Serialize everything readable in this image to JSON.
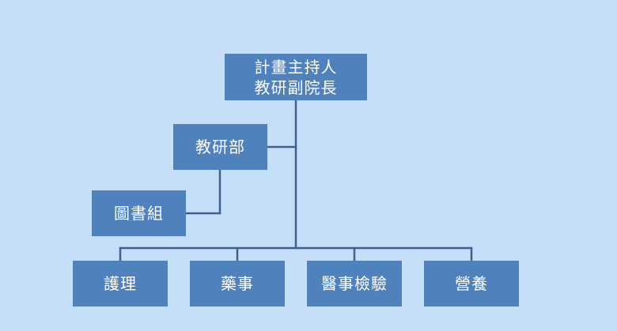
{
  "colors": {
    "background": "#c6dff9",
    "node_fill": "#4f81bd",
    "node_text": "#ffffff",
    "connector": "#3e5f8f"
  },
  "org_chart": {
    "root": {
      "line1": "計畫主持人",
      "line2": "教研副院長"
    },
    "department": "教研部",
    "library_group": "圖書組",
    "branches": [
      "護理",
      "藥事",
      "醫事檢驗",
      "營養"
    ]
  }
}
